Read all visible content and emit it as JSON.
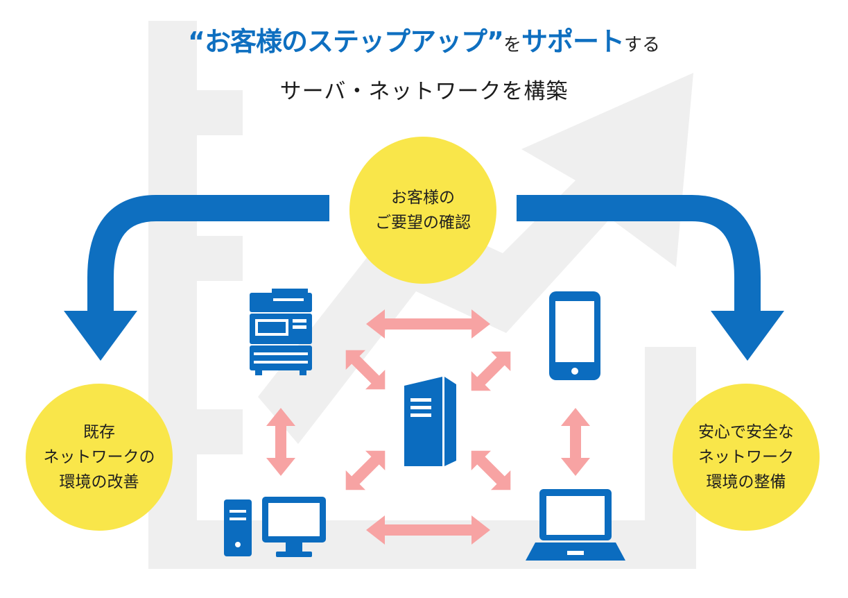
{
  "title": {
    "line1_part1": "“お客様のステップアップ”",
    "line1_part2": "を",
    "line1_part3": "サポート",
    "line1_part4": "する",
    "line2": "サーバ・ネットワークを構築"
  },
  "circles": {
    "top": {
      "line1": "お客様の",
      "line2": "ご要望の確認"
    },
    "left": {
      "line1": "既存",
      "line2": "ネットワークの",
      "line3": "環境の改善"
    },
    "right": {
      "line1": "安心で安全な",
      "line2": "ネットワーク",
      "line3": "環境の整備"
    }
  },
  "devices": {
    "copier": "copier-icon",
    "server": "server-icon",
    "tablet": "tablet-icon",
    "desktop": "desktop-pc-icon",
    "laptop": "laptop-icon"
  },
  "colors": {
    "accent_blue": "#0e6fc0",
    "device_blue": "#0b6cbf",
    "circle_yellow": "#f9e64a",
    "link_pink": "#f7a3a3",
    "background_gray": "#efefef"
  }
}
